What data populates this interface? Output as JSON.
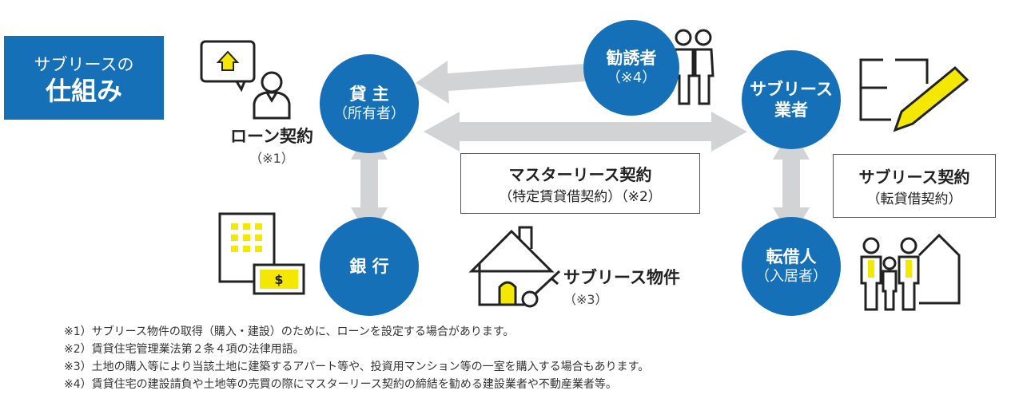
{
  "title": {
    "line1": "サブリースの",
    "line2": "仕組み"
  },
  "nodes": {
    "owner": {
      "main": "貸 主",
      "sub": "（所有者）"
    },
    "bank": {
      "main": "銀 行"
    },
    "solicitor": {
      "main": "勧誘者",
      "sub": "（※4）"
    },
    "sublease_company": {
      "main": "サブリース",
      "main2": "業者"
    },
    "subtenant": {
      "main": "転借人",
      "sub": "（入居者）"
    }
  },
  "labels": {
    "loan": {
      "main": "ローン契約",
      "sub": "（※1）"
    },
    "property": {
      "main": "サブリース物件",
      "sub": "（※3）"
    }
  },
  "boxes": {
    "master_lease": {
      "main": "マスターリース契約",
      "sub": "（特定賃貸借契約）（※2）"
    },
    "sublease": {
      "main": "サブリース契約",
      "sub": "（転貸借契約）"
    }
  },
  "notes": [
    "※1）サブリース物件の取得（購入・建設）のために、ローンを設定する場合があります。",
    "※2）賃貸住宅管理業法第２条４項の法律用語。",
    "※3）土地の購入等により当該土地に建築するアパート等や、投資用マンション等の一室を購入する場合もあります。",
    "※4）賃貸住宅の建設請負や土地等の売買の際にマスターリース契約の締結を勧める建設業者や不動産業者等。"
  ],
  "colors": {
    "blue": "#1570b8",
    "arrow": "#d2d3d5",
    "yellow": "#f5e800"
  }
}
